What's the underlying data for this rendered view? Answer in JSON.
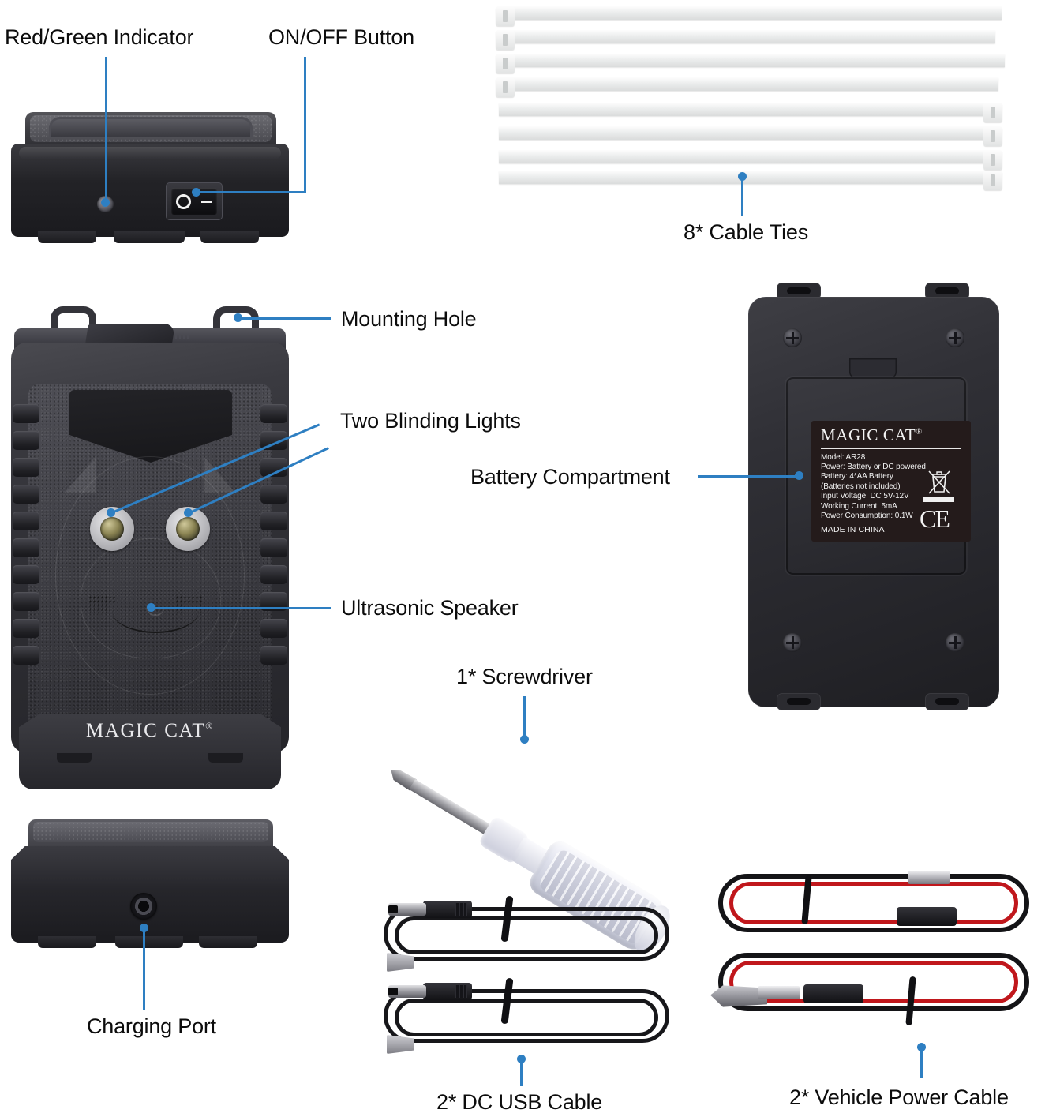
{
  "accent_color": "#2e7fc2",
  "annotations": [
    {
      "id": "red-green-indicator",
      "text": "Red/Green Indicator"
    },
    {
      "id": "on-off-button",
      "text": "ON/OFF Button"
    },
    {
      "id": "cable-ties",
      "text": "8* Cable Ties"
    },
    {
      "id": "mounting-hole",
      "text": "Mounting Hole"
    },
    {
      "id": "two-blinding-lights",
      "text": "Two Blinding Lights"
    },
    {
      "id": "battery-compartment",
      "text": "Battery Compartment"
    },
    {
      "id": "ultrasonic-speaker",
      "text": "Ultrasonic Speaker"
    },
    {
      "id": "screwdriver",
      "text": "1* Screwdriver"
    },
    {
      "id": "charging-port",
      "text": "Charging Port"
    },
    {
      "id": "dc-usb-cable",
      "text": "2* DC USB Cable"
    },
    {
      "id": "vehicle-power-cable",
      "text": "2* Vehicle Power Cable"
    }
  ],
  "device": {
    "front_logo": "MAGIC CAT",
    "registered_mark": "®",
    "switch_on_symbol": "O",
    "switch_off_symbol": "—"
  },
  "spec_label": {
    "brand": "MAGIC CAT",
    "registered_mark": "®",
    "lines": [
      "Model: AR28",
      "Power: Battery or DC powered",
      "Battery: 4*AA Battery",
      "(Batteries not included)",
      "Input Voltage: DC 5V-12V",
      "Working Current: 5mA",
      "Power Consumption: 0.1W"
    ],
    "origin": "MADE IN CHINA",
    "ce_mark": "CE"
  },
  "counts": {
    "cable_ties": 8,
    "dc_usb_cables": 2,
    "vehicle_power_cables": 2,
    "screwdrivers": 1
  }
}
